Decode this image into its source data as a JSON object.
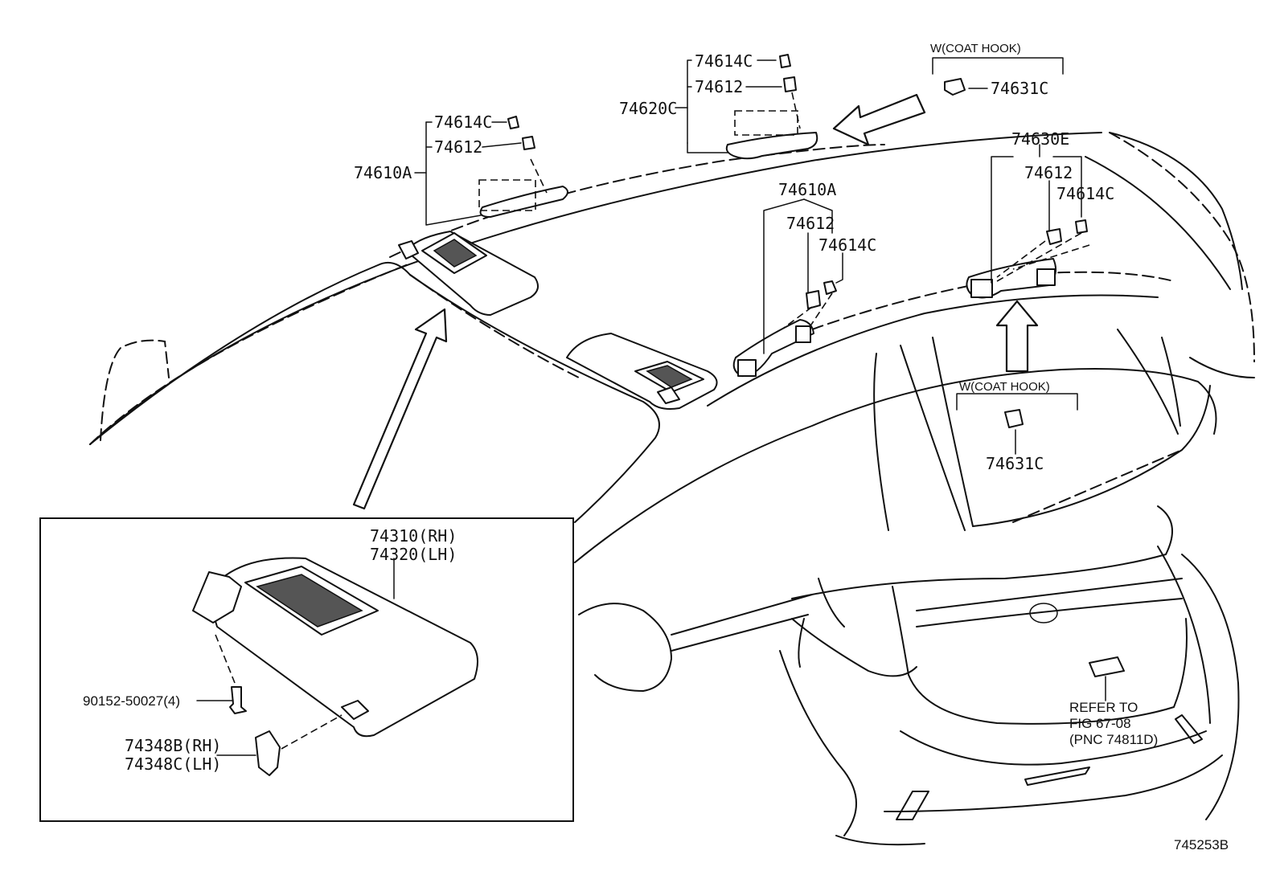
{
  "labels": {
    "coat_hook_top": "W(COAT HOOK)",
    "p74631c_top": "74631C",
    "p74614c_center": "74614C",
    "p74612_center": "74612",
    "p74620c": "74620C",
    "p74614c_left": "74614C",
    "p74612_left": "74612",
    "p74610a_left": "74610A",
    "p74630e": "74630E",
    "p74612_right": "74612",
    "p74614c_right": "74614C",
    "p74610a_mid": "74610A",
    "p74612_mid": "74612",
    "p74614c_mid": "74614C",
    "coat_hook_bottom": "W(COAT HOOK)",
    "p74631c_bottom": "74631C",
    "p74310": "74310(RH)",
    "p74320": "74320(LH)",
    "p90152": "90152-50027(4)",
    "p74348b": "74348B(RH)",
    "p74348c": "74348C(LH)",
    "refer_1": "REFER TO",
    "refer_2": "FIG 67-08",
    "refer_3": "(PNC 74811D)",
    "figure_number": "745253B"
  }
}
